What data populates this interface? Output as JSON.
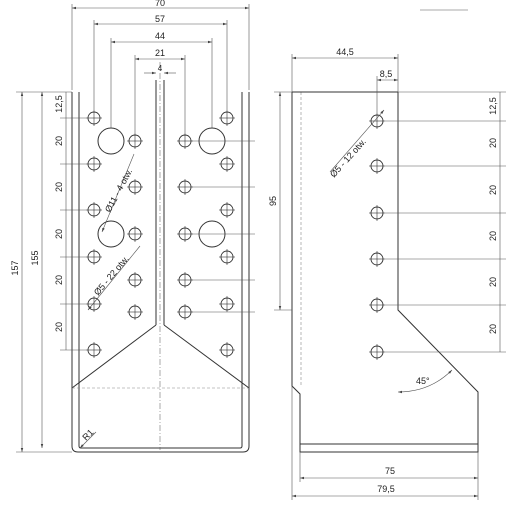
{
  "drawing": {
    "front_view": {
      "width_dims": [
        {
          "name": "width-70",
          "label": "70"
        },
        {
          "name": "width-57",
          "label": "57"
        },
        {
          "name": "width-44",
          "label": "44"
        },
        {
          "name": "width-21",
          "label": "21"
        },
        {
          "name": "width-4",
          "label": "4"
        }
      ],
      "height_dims": [
        {
          "name": "height-157",
          "label": "157"
        },
        {
          "name": "height-155",
          "label": "155"
        }
      ],
      "pitch_dims": [
        "12,5",
        "20",
        "20",
        "20",
        "20",
        "20"
      ],
      "annotations": {
        "large_holes": "Ø11 - 4 otw.",
        "small_holes": "Ø5 - 22 otw.",
        "radius": "R1"
      }
    },
    "side_view": {
      "top_dims": [
        {
          "name": "side-width-44-5",
          "label": "44,5"
        },
        {
          "name": "side-offset-8-5",
          "label": "8,5"
        }
      ],
      "height_dim": "95",
      "pitch_dims": [
        "12,5",
        "20",
        "20",
        "20",
        "20",
        "20"
      ],
      "annotations": {
        "holes": "Ø5 - 12 otw.",
        "angle": "45°"
      },
      "bottom_dims": [
        {
          "name": "base-75",
          "label": "75"
        },
        {
          "name": "base-79-5",
          "label": "79,5"
        }
      ]
    }
  }
}
